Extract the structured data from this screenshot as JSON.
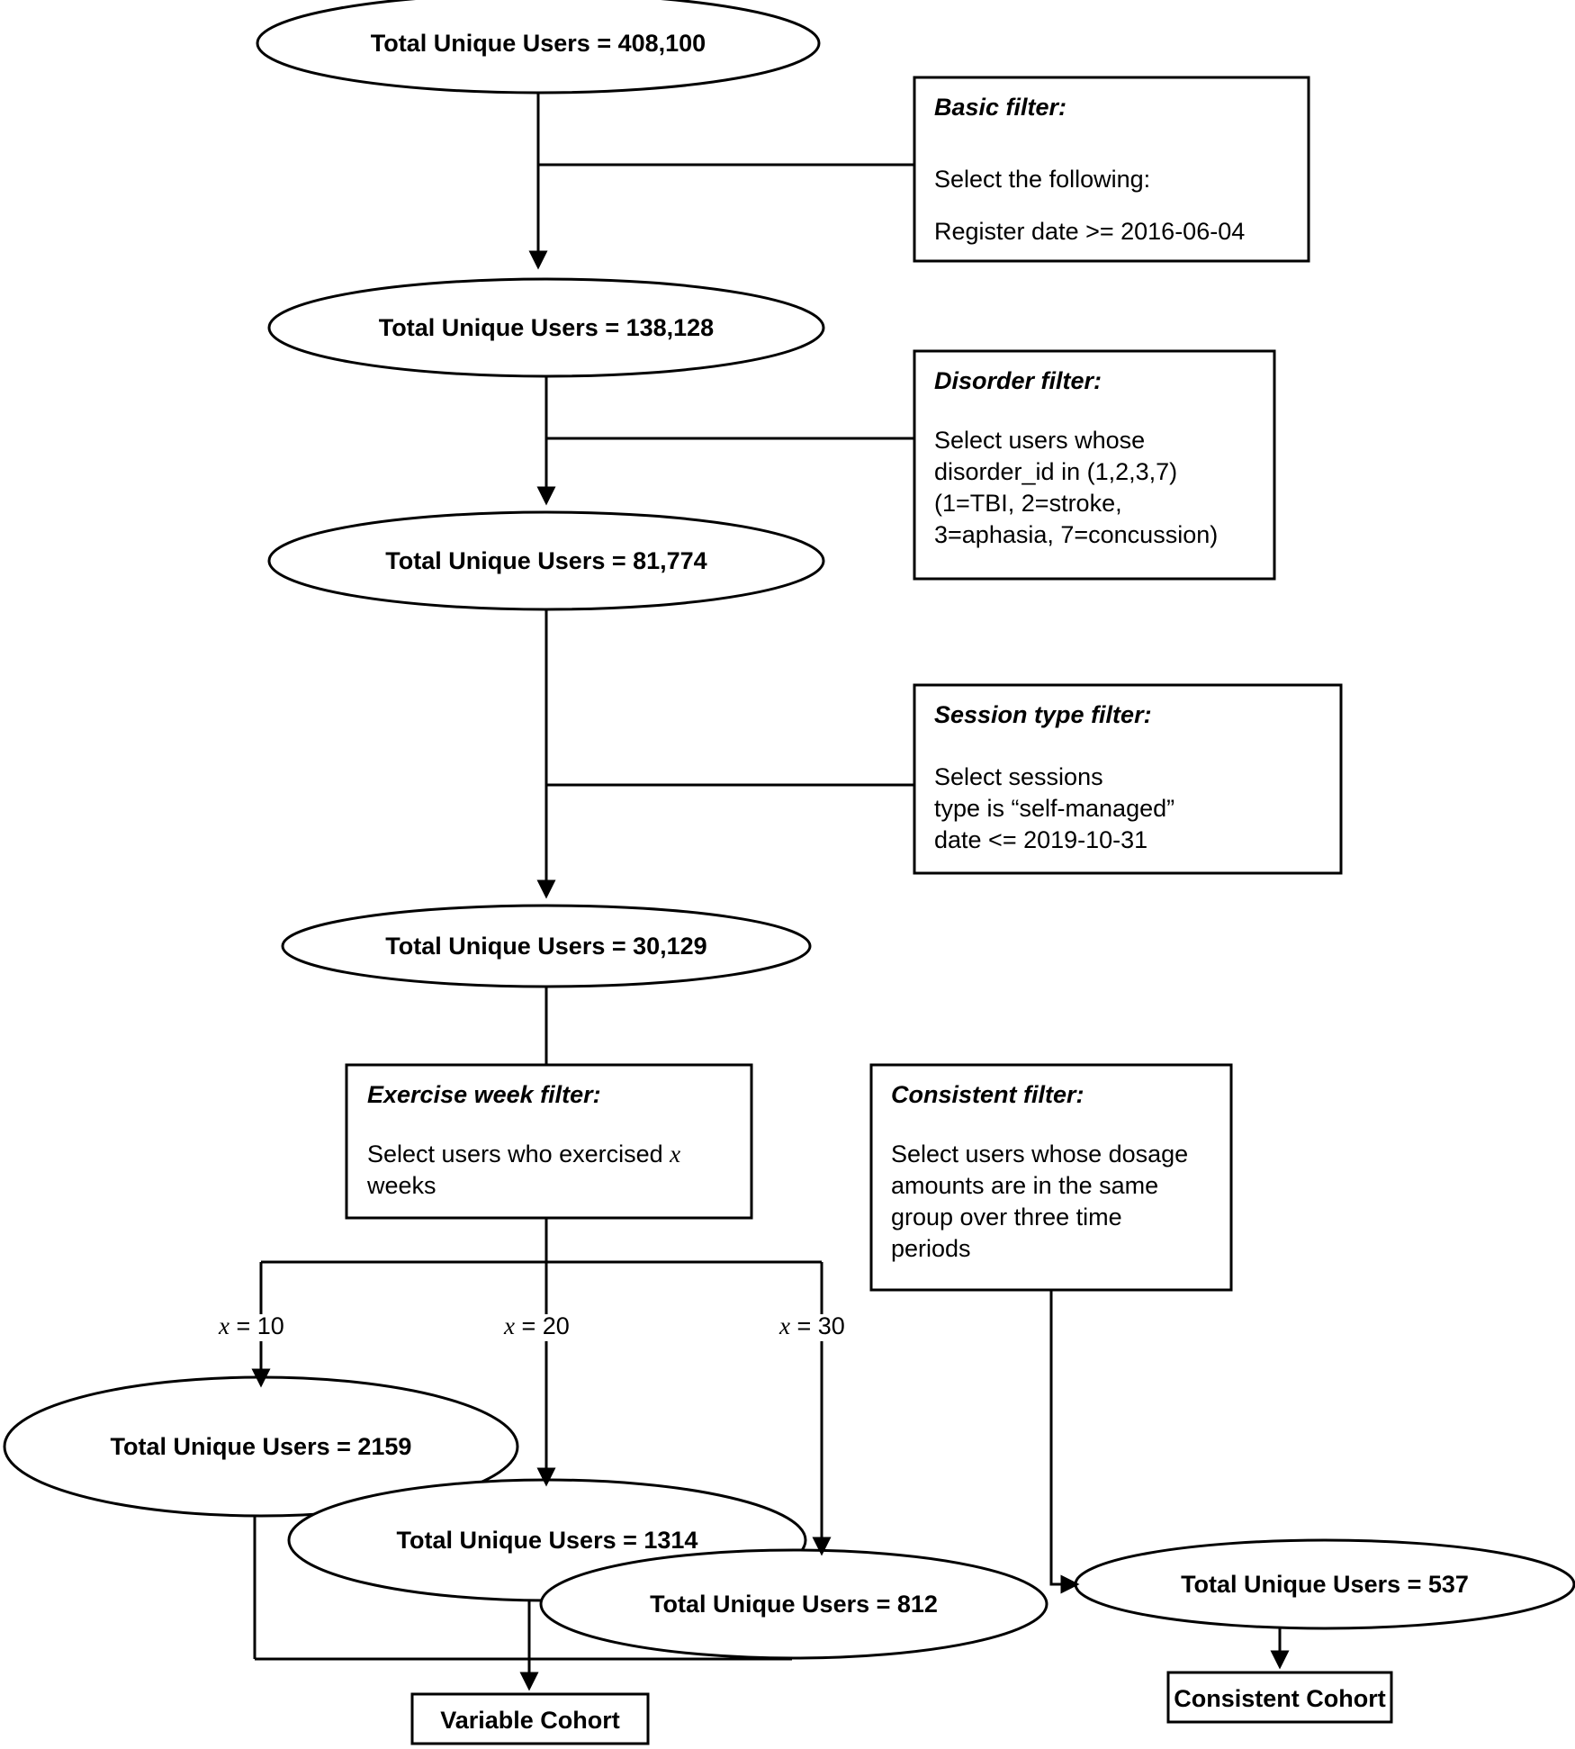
{
  "diagram": {
    "title": "Cohort selection flowchart",
    "colors": {
      "stroke": "#000000",
      "fill": "#ffffff",
      "text": "#000000"
    },
    "nodes": [
      {
        "id": "n1",
        "label": "Total Unique Users = 408,100"
      },
      {
        "id": "n2",
        "label": "Total Unique Users = 138,128"
      },
      {
        "id": "n3",
        "label": "Total Unique Users = 81,774"
      },
      {
        "id": "n4",
        "label": "Total Unique Users = 30,129"
      },
      {
        "id": "n5",
        "label": "Total Unique Users = 2159"
      },
      {
        "id": "n6",
        "label": "Total Unique Users = 1314"
      },
      {
        "id": "n7",
        "label": "Total Unique Users = 812"
      },
      {
        "id": "n8",
        "label": "Total Unique Users = 537"
      }
    ],
    "filters": [
      {
        "id": "f1",
        "title": "Basic filter:",
        "lines": [
          "Select the following:",
          "Register date >= 2016-06-04"
        ]
      },
      {
        "id": "f2",
        "title": "Disorder filter:",
        "lines": [
          "Select users whose",
          "disorder_id in (1,2,3,7)",
          "(1=TBI, 2=stroke,",
          "3=aphasia, 7=concussion)"
        ]
      },
      {
        "id": "f3",
        "title": "Session type filter:",
        "lines": [
          "Select sessions",
          "type is “self-managed”",
          "date <= 2019-10-31"
        ]
      },
      {
        "id": "f4",
        "title": "Exercise week filter:",
        "lines_pre": "Select users who exercised ",
        "lines_var": "x",
        "lines_post": "\nweeks"
      },
      {
        "id": "f5",
        "title": "Consistent filter:",
        "lines": [
          "Select users whose dosage",
          "amounts are in the same",
          "group over three time",
          "periods"
        ]
      }
    ],
    "branch_labels": [
      {
        "id": "b1",
        "var": "x",
        "eq": " = 10"
      },
      {
        "id": "b2",
        "var": "x",
        "eq": " = 20"
      },
      {
        "id": "b3",
        "var": "x",
        "eq": " = 30"
      }
    ],
    "outcomes": [
      {
        "id": "o1",
        "label": "Variable Cohort"
      },
      {
        "id": "o2",
        "label": "Consistent Cohort"
      }
    ]
  },
  "chart_data": {
    "type": "diagram",
    "title": "Participant flow / cohort selection",
    "stages": [
      {
        "step": 0,
        "label": "Total Unique Users",
        "value": 408100,
        "filter": null
      },
      {
        "step": 1,
        "label": "Total Unique Users",
        "value": 138128,
        "filter": "Basic filter: Register date >= 2016-06-04"
      },
      {
        "step": 2,
        "label": "Total Unique Users",
        "value": 81774,
        "filter": "Disorder filter: disorder_id in (1,2,3,7)"
      },
      {
        "step": 3,
        "label": "Total Unique Users",
        "value": 30129,
        "filter": "Session type filter: type is self-managed, date <= 2019-10-31"
      },
      {
        "step": 4,
        "label": "Total Unique Users",
        "value": 2159,
        "filter": "Exercise week filter: x = 10"
      },
      {
        "step": 4,
        "label": "Total Unique Users",
        "value": 1314,
        "filter": "Exercise week filter: x = 20"
      },
      {
        "step": 4,
        "label": "Total Unique Users",
        "value": 812,
        "filter": "Exercise week filter: x = 30"
      },
      {
        "step": 5,
        "label": "Total Unique Users",
        "value": 537,
        "filter": "Consistent filter: dosage amounts in same group over three time periods"
      }
    ],
    "terminals": [
      "Variable Cohort",
      "Consistent Cohort"
    ]
  }
}
